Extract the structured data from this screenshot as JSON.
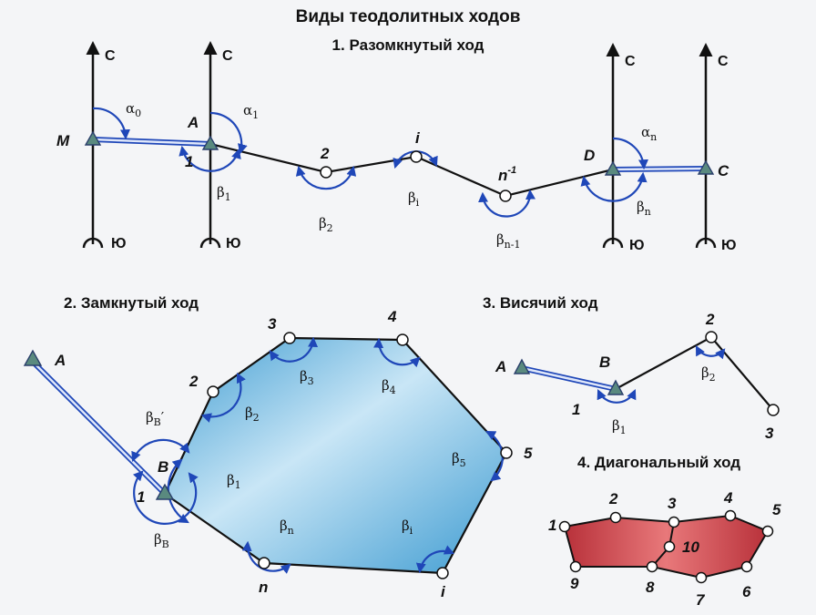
{
  "title": "Виды теодолитных ходов",
  "sections": {
    "open": "1. Разомкнутый ход",
    "closed": "2. Замкнутый ход",
    "hanging": "3. Висячий ход",
    "diagonal": "4. Диагональный ход"
  },
  "directions": {
    "north": "С",
    "south": "Ю"
  },
  "open": {
    "labels": {
      "M": "M",
      "A": "A",
      "one": "1",
      "two": "2",
      "i": "i",
      "n1": "n",
      "n1_sup": "-1",
      "D": "D",
      "C": "C"
    },
    "angles": {
      "alpha0": "α",
      "alpha0_sub": "0",
      "alpha1": "α",
      "alpha1_sub": "1",
      "alphan": "α",
      "alphan_sub": "n",
      "beta1": "β",
      "beta1_sub": "1",
      "beta2": "β",
      "beta2_sub": "2",
      "betai": "β",
      "betai_sub": "i",
      "betan1": "β",
      "betan1_sub": "n-1",
      "betan": "β",
      "betan_sub": "n"
    }
  },
  "closed": {
    "labels": {
      "A": "A",
      "B": "B",
      "one": "1",
      "two": "2",
      "three": "3",
      "four": "4",
      "five": "5",
      "i": "i",
      "n": "n"
    },
    "angles": {
      "betaB1": "β",
      "betaB1_sub": "B",
      "betaB1_prime": "′",
      "betaB": "β",
      "betaB_sub": "B",
      "beta1": "β",
      "beta1_sub": "1",
      "beta2": "β",
      "beta2_sub": "2",
      "beta3": "β",
      "beta3_sub": "3",
      "beta4": "β",
      "beta4_sub": "4",
      "beta5": "β",
      "beta5_sub": "5",
      "betai": "β",
      "betai_sub": "i",
      "betan": "β",
      "betan_sub": "n"
    }
  },
  "hanging": {
    "labels": {
      "A": "A",
      "B": "B",
      "one": "1",
      "two": "2",
      "three": "3"
    },
    "angles": {
      "beta1": "β",
      "beta1_sub": "1",
      "beta2": "β",
      "beta2_sub": "2"
    }
  },
  "diagonal": {
    "labels": {
      "one": "1",
      "two": "2",
      "three": "3",
      "four": "4",
      "five": "5",
      "six": "6",
      "seven": "7",
      "eight": "8",
      "nine": "9",
      "ten": "10"
    }
  },
  "colors": {
    "arc": "#1f47b8",
    "polygon_light": "#c9e6f6",
    "polygon_dark": "#3d9bd1",
    "diagonal_light": "#e8787a",
    "diagonal_dark": "#b8313a",
    "station_triangle": "#5a8a7f",
    "base_line": "#c9d4ef"
  }
}
